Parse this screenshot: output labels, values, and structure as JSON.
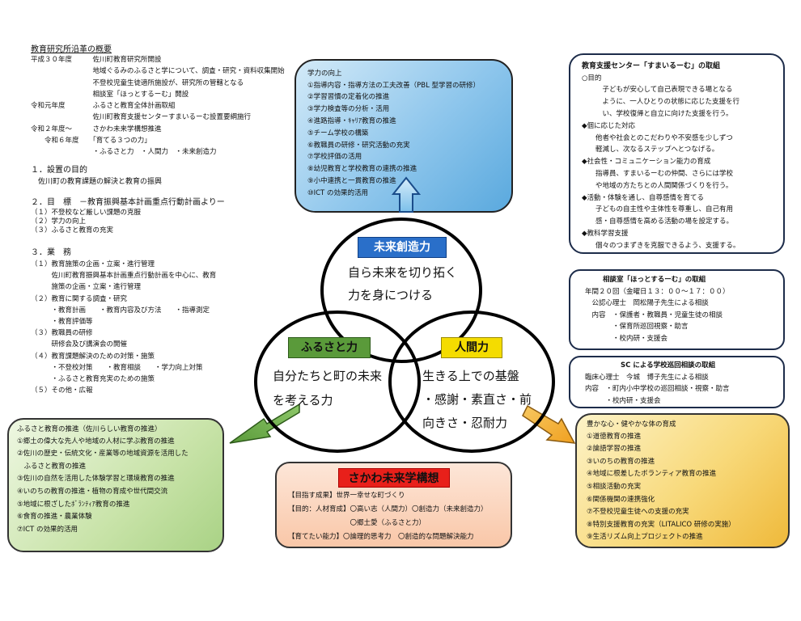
{
  "history": {
    "heading": "教育研究所沿革の概要",
    "lines": [
      "平成３０年度　　　佐川町教育研究所開設",
      "　　　　　　　　　地域ぐるみのふるさと学について、調査・研究・資料収集開始",
      "　　　　　　　　　不登校児童生徒適所施設が、研究所の管轄となる",
      "　　　　　　　　　相談室「ほっとするーむ」開設",
      "令和元年度　　　　ふるさと教育全体計画取組",
      "　　　　　　　　　佐川町教育支援センターすまいるーむ設置要綱施行",
      "令和２年度～　　　さかわ未来学構想推進",
      "　　令和６年度　　「育てる３つの力」",
      "　　　　　　　　　・ふるさと力　・人間力　・未来創造力"
    ]
  },
  "setting": {
    "heading": "１．設置の目的",
    "lines": [
      "　佐川町の教育課題の解決と教育の振興"
    ]
  },
  "goals": {
    "heading": "２．目　標　－教育振興基本計画重点行動計画よりー",
    "lines": [
      "（１）不登校など厳しい課題の克服",
      "（２）学力の向上",
      "（３）ふるさと教育の充実"
    ]
  },
  "work": {
    "heading": "３．業　務",
    "lines": [
      "（１）教育施策の企画・立案・進行管理",
      "　　　佐川町教育振興基本計画重点行動計画を中心に、教育",
      "　　　施策の企画・立案・進行管理",
      "（２）教育に関する調査・研究",
      "　　　・教育計画　　・教育内容及び方法　　・指導測定",
      "　　　・教育評価等",
      "（３）教職員の研修",
      "　　　研修会及び講演会の開催",
      "（４）教育課題解決のための対策・施策",
      "　　　・不登校対策　　・教育相談　　・学力向上対策",
      "　　　・ふるさと教育充実のための施策",
      "（５）その他・広報"
    ]
  },
  "blue_box": {
    "title": "学力の向上",
    "items": [
      "①指導内容・指導方法の工夫改善（PBL 型学習の研修）",
      "②学習習慣の定着化の推進",
      "③学力検査等の分析・活用",
      "④進路指導・ｷｬﾘｱ教育の推進",
      "⑤チーム学校の構築",
      "⑥教職員の研修・研究活動の充実",
      "⑦学校評価の活用",
      "⑧幼児教育と学校教育の連携の推進",
      "⑨小中連携と一貫教育の推進",
      "⑩ICT の効果的活用"
    ]
  },
  "green_box": {
    "title": "ふるさと教育の推進（佐川らしい教育の推進）",
    "items": [
      "①郷土の偉大な先人や地域の人材に学ぶ教育の推進",
      "②佐川の歴史・伝統文化・産業等の地域資源を活用した",
      "　ふるさと教育の推進",
      "③佐川の自然を活用した体験学習と環境教育の推進",
      "④いのちの教育の推進・植物の育成や世代間交流",
      "⑤地域に根ざしたﾎﾞﾗﾝﾃｨｱ教育の推進",
      "⑥食育の推進・農業体験",
      "⑦ICT の効果的活用"
    ]
  },
  "yellow_box": {
    "title": "豊かな心・健やかな体の育成",
    "items": [
      "①道徳教育の推進",
      "②論語学習の推進",
      "③いのちの教育の推進",
      "④地域に根差したボランティア教育の推進",
      "⑤相談活動の充実",
      "⑥関係機関の連携強化",
      "⑦不登校児童生徒への支援の充実",
      "⑧特別支援教育の充実（LITALICO 研修の実施）",
      "⑨生活リズム向上プロジェクトの推進"
    ]
  },
  "smile_room": {
    "title": "教育支援センター「すまいるーむ」の取組",
    "lines": [
      "○目的",
      "　　　子どもが安心して自己表現できる場となる",
      "　　　ように、一人ひとりの状態に応じた支援を行",
      "　　　い、学校復帰と自立に向けた支援を行う。",
      "◆個に応じた対応",
      "　　他者や社会とのこだわりや不安感を少しずつ",
      "　　軽減し、次なるステップへとつなげる。",
      "◆社会性・コミュニケーション能力の育成",
      "　　指導員、すまいるーむの仲間、さらには学校",
      "　　や地域の方たちとの人間関係づくりを行う。",
      "◆活動・体験を通し、自尊感情を育てる",
      "　　子どもの自主性や主体性を尊重し、自己有用",
      "　　感・自尊感情を高める活動の場を設定する。",
      "◆教科学習支援",
      "　　個々のつまずきを克服できるよう、支援する。"
    ]
  },
  "hot_room": {
    "title": "相談室「ほっとするーむ」の取組",
    "lines": [
      "年間２０回（金曜日１３：００～１７：００）",
      "　公認心理士　岡松陽子先生による相談",
      "　内容　・保護者・教職員・児童生徒の相談",
      "　　　　・保育所巡回視察・助言",
      "　　　　・校内研・支援会"
    ]
  },
  "sc_room": {
    "title": "SC による学校巡回相談の取組",
    "lines": [
      "臨床心理士　今城　博子先生による相談",
      "内容　・町内小中学校の巡回相談・視察・助言",
      "　　　・校内研・支援会"
    ]
  },
  "concept": {
    "title": "さかわ未来学構想",
    "lines": [
      "【目指す成果】世界一幸せな町づくり",
      "【目的：人材育成】〇高い志（人間力）〇創造力（未来創造力）",
      "　　　　　　　　　〇郷土愛（ふるさと力）",
      "【育てたい能力】〇論理的思考力　〇創造的な問題解決能力"
    ]
  },
  "circles": {
    "top": {
      "label": "未来創造力",
      "text1": "自ら未来を切り拓く",
      "text2": "力を身につける"
    },
    "left": {
      "label": "ふるさと力",
      "text1": "自分たちと町の未来",
      "text2": "を考える力"
    },
    "right": {
      "label": "人間力",
      "text1": "生きる上での基盤",
      "text2": "・感謝・素直さ・前",
      "text3": "向きさ・忍耐力"
    }
  },
  "colors": {
    "blue_label": "#2a6fc9",
    "green_label": "#5a9a3a",
    "yellow_label": "#f4dc00",
    "concept_title_bg": "#e8201a"
  }
}
